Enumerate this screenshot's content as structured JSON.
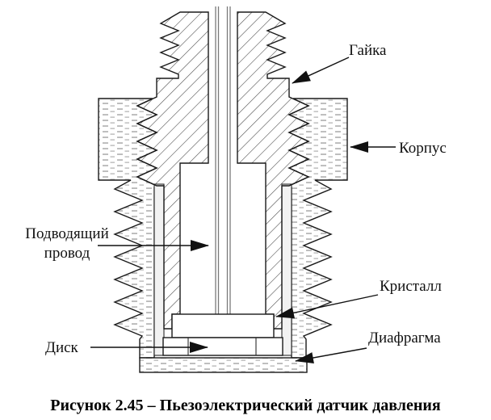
{
  "figure": {
    "caption": "Рисунок 2.45 – Пьезоэлектрический датчик давления",
    "labels": {
      "nut": "Гайка",
      "housing": "Корпус",
      "lead_wire_line1": "Подводящий",
      "lead_wire_line2": "провод",
      "crystal": "Кристалл",
      "disk": "Диск",
      "diaphragm": "Диафрагма"
    },
    "colors": {
      "outline": "#1a1a1a",
      "hatch_line": "#4a4a4a",
      "stipple_dash": "#b4b4b4",
      "arrow": "#111111",
      "wire_line": "#7a7a7a",
      "caption_text": "#000000",
      "background": "#ffffff"
    }
  }
}
